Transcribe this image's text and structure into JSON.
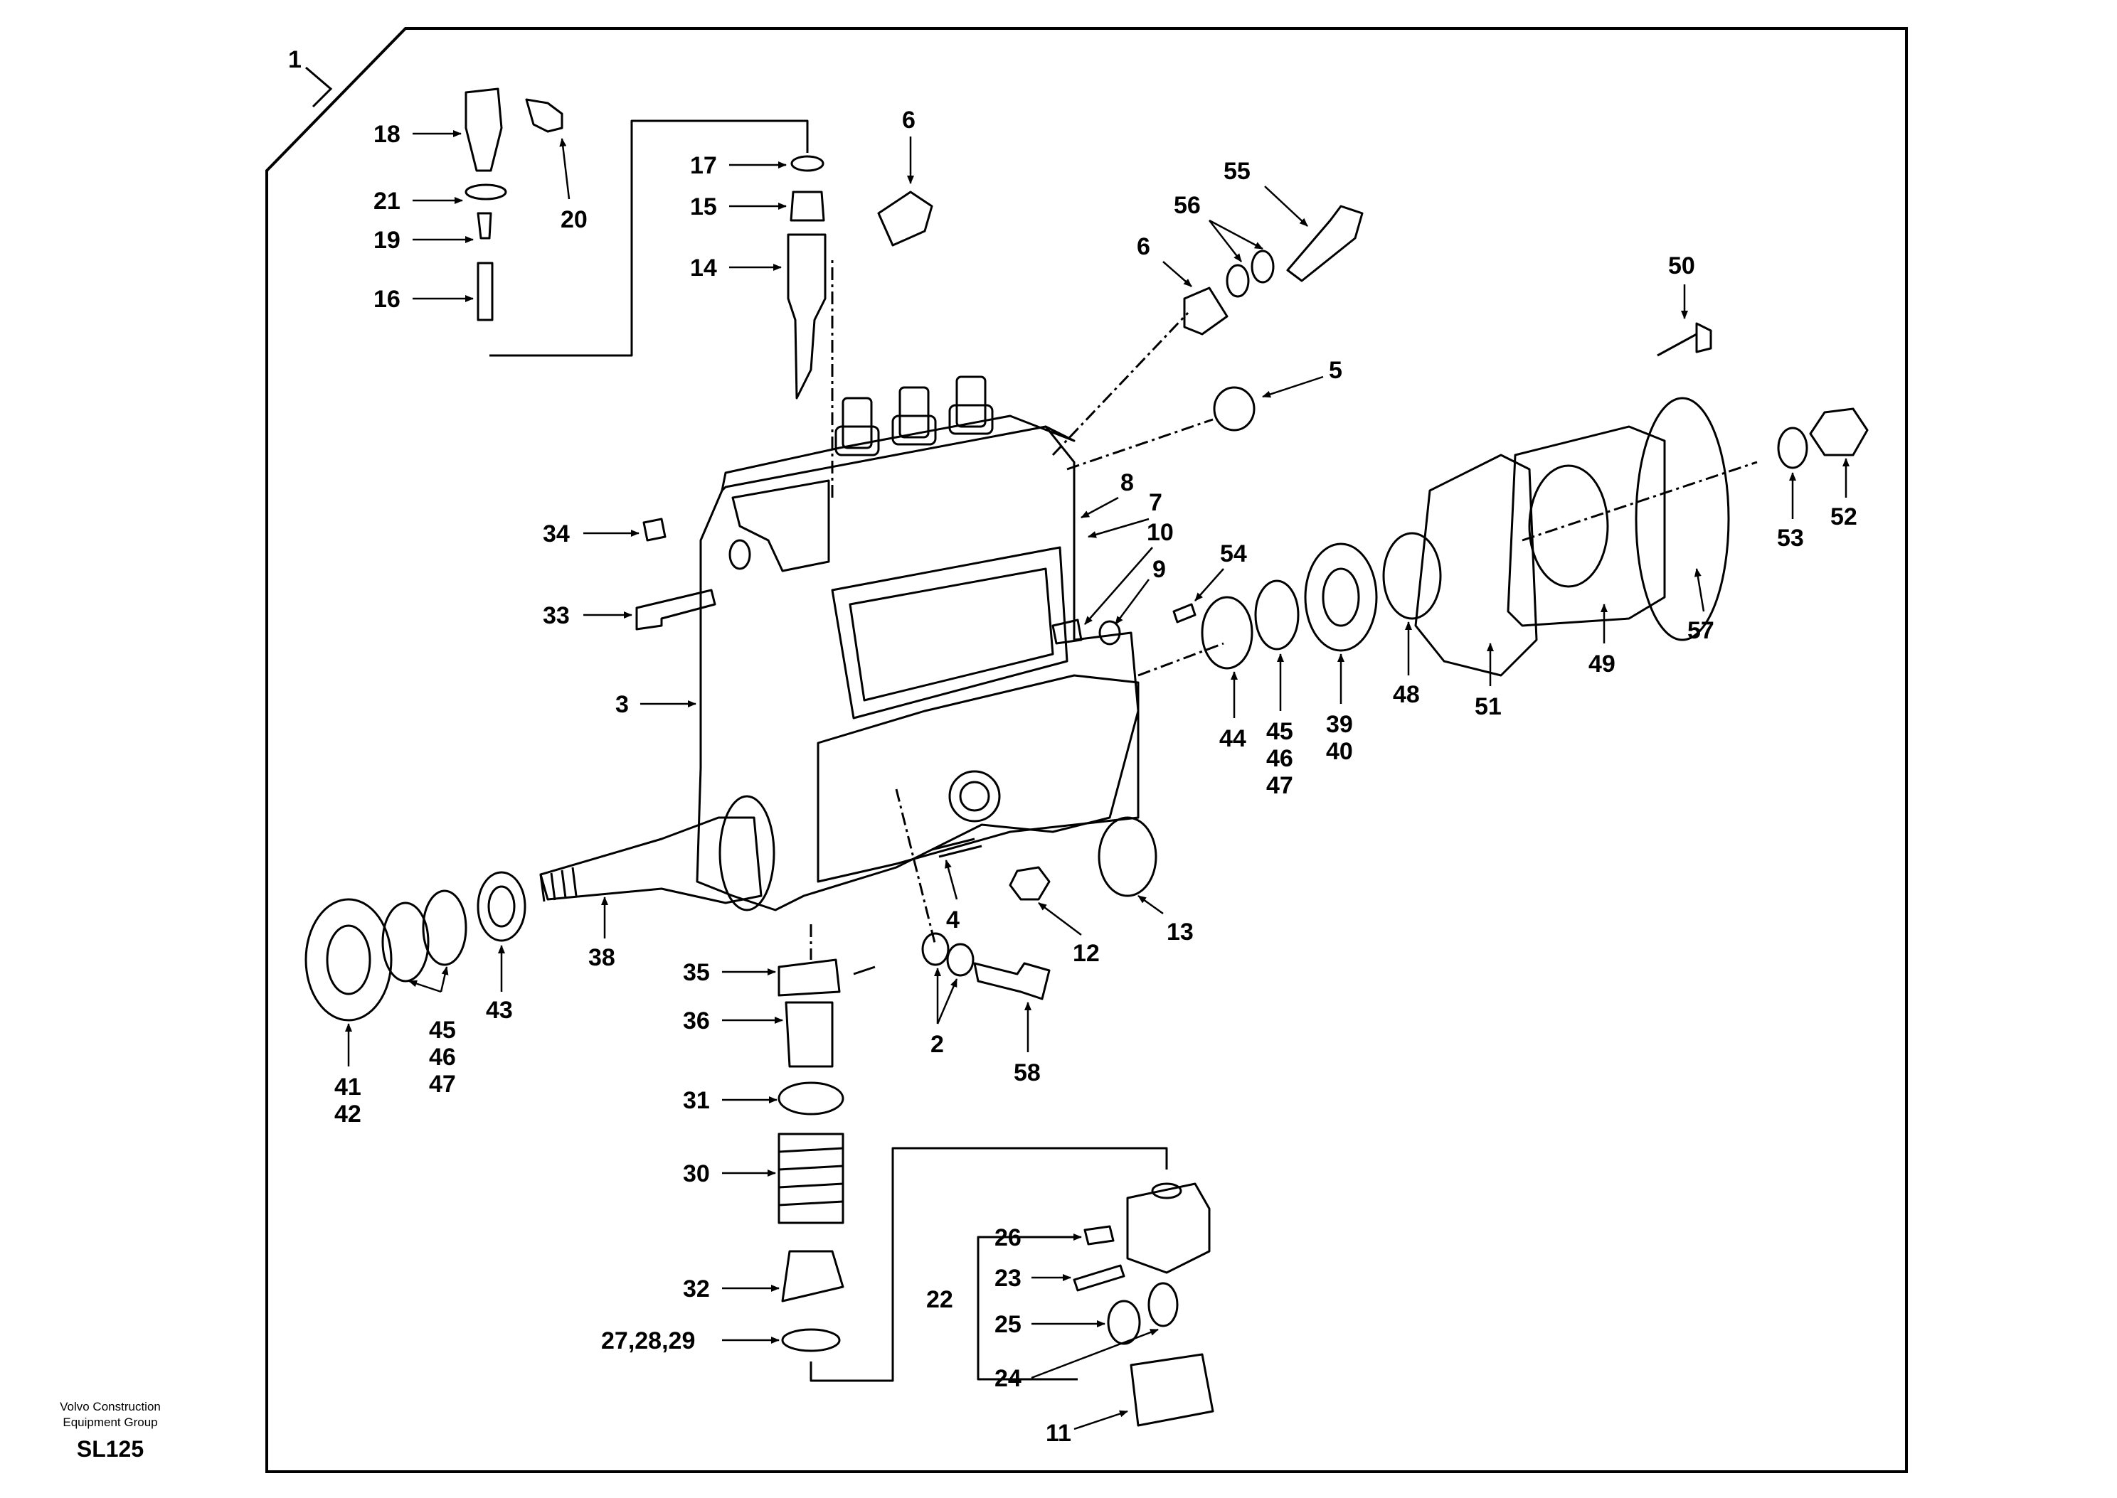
{
  "footer": {
    "org_line1": "Volvo Construction",
    "org_line2": "Equipment Group",
    "model": "SL125"
  },
  "callouts": [
    "1",
    "2",
    "3",
    "4",
    "5",
    "6",
    "6",
    "7",
    "8",
    "9",
    "10",
    "11",
    "12",
    "13",
    "14",
    "15",
    "16",
    "17",
    "18",
    "19",
    "20",
    "21",
    "22",
    "23",
    "24",
    "25",
    "26",
    "27,28,29",
    "30",
    "31",
    "32",
    "33",
    "34",
    "35",
    "36",
    "38",
    "39",
    "40",
    "41",
    "42",
    "43",
    "44",
    "45",
    "45",
    "46",
    "46",
    "47",
    "47",
    "48",
    "49",
    "50",
    "51",
    "52",
    "53",
    "54",
    "55",
    "56",
    "57",
    "58"
  ]
}
